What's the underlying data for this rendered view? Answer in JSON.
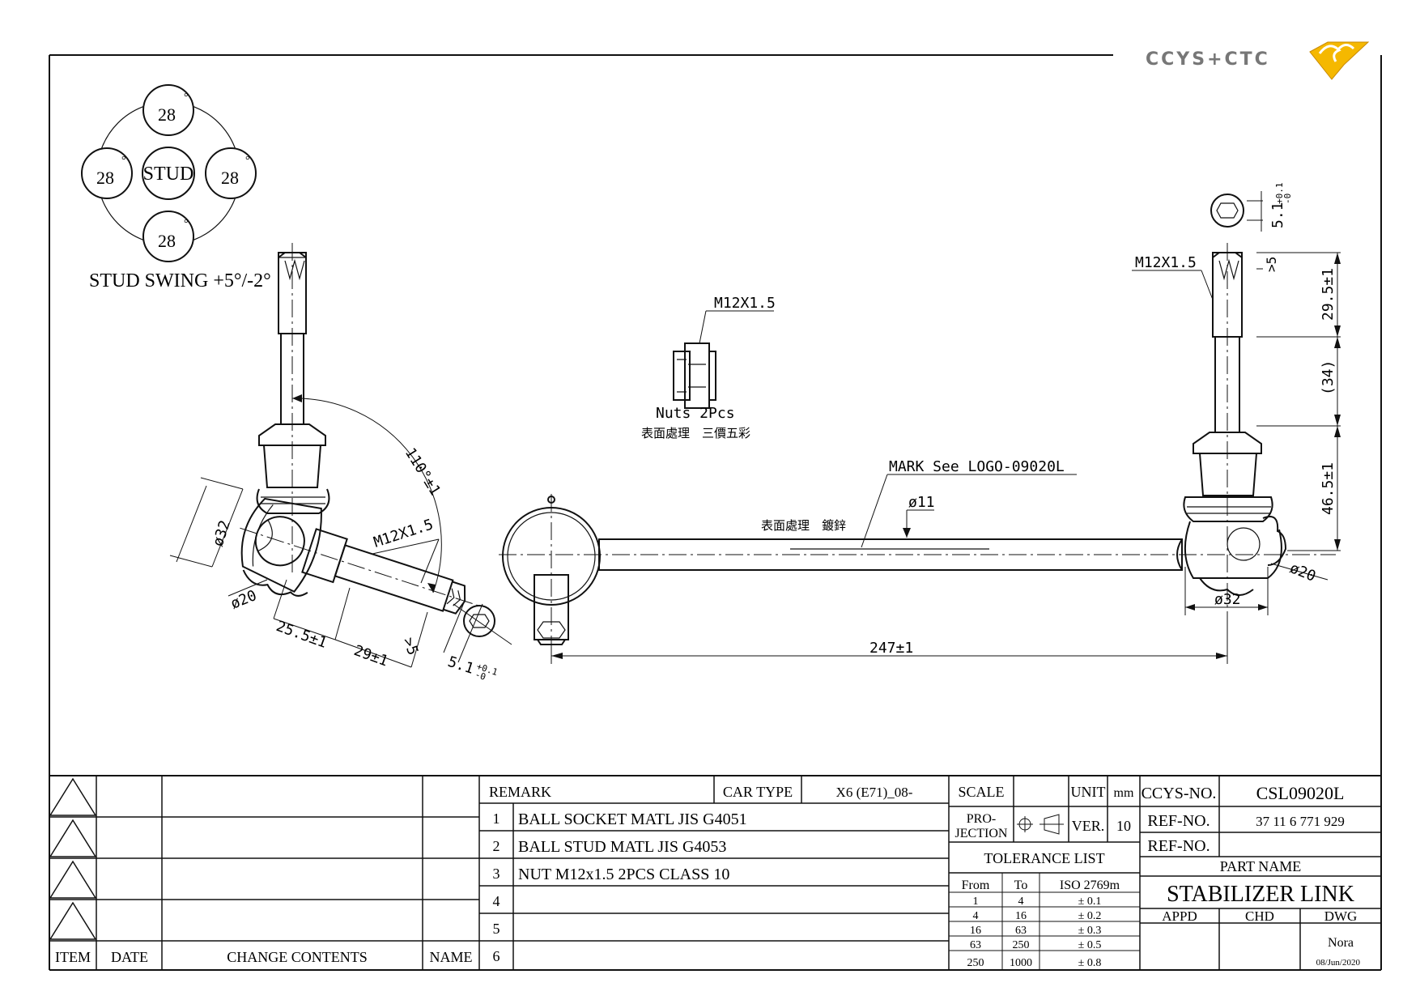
{
  "logo": {
    "text": "CCYS+CTC",
    "accent": "#f5b800"
  },
  "stud_diagram": {
    "center": "STUD",
    "angles": [
      "28",
      "28",
      "28",
      "28"
    ],
    "degree": "°",
    "swing": "STUD SWING +5°/-2°"
  },
  "nut": {
    "thread": "M12X1.5",
    "label": "Nuts 2Pcs",
    "surface": "表面處理　三價五彩"
  },
  "bar": {
    "mark": "MARK See LOGO-09020L",
    "dia": "ø11",
    "surface": "表面處理　鍍鋅",
    "length": "247±1"
  },
  "left_dims": {
    "arc": "110°±1",
    "thread": "M12X1.5",
    "d32": "ø32",
    "d20": "ø20",
    "l25": "25.5±1",
    "l29": "29±1",
    "gt5": ">5",
    "hex": "5.1",
    "hex_tol_up": "+0.1",
    "hex_tol_dn": "-0"
  },
  "right_dims": {
    "thread": "M12X1.5",
    "hex": "5.1",
    "hex_tol_up": "+0.1",
    "hex_tol_dn": "-0",
    "gt5": ">5",
    "l295": "29.5±1",
    "l34": "(34)",
    "l465": "46.5±1",
    "d20": "ø20",
    "d32": "ø32"
  },
  "revision_block": {
    "headers": {
      "item": "ITEM",
      "date": "DATE",
      "change": "CHANGE CONTENTS",
      "name": "NAME"
    },
    "rows": 4
  },
  "remarks": {
    "header": "REMARK",
    "car_type_label": "CAR TYPE",
    "car_type": "X6 (E71)_08-",
    "rows": [
      {
        "num": "1",
        "text": "BALL SOCKET MATL JIS G4051"
      },
      {
        "num": "2",
        "text": "BALL STUD MATL JIS G4053"
      },
      {
        "num": "3",
        "text": "NUT M12x1.5 2PCS CLASS 10"
      },
      {
        "num": "4",
        "text": ""
      },
      {
        "num": "5",
        "text": ""
      },
      {
        "num": "6",
        "text": ""
      }
    ]
  },
  "meta": {
    "scale_label": "SCALE",
    "scale": "",
    "unit_label": "UNIT",
    "unit": "mm",
    "projection_label_1": "PRO-",
    "projection_label_2": "JECTION",
    "ver_label": "VER.",
    "ver": "10"
  },
  "tolerance": {
    "title": "TOLERANCE LIST",
    "col_from": "From",
    "col_to": "To",
    "col_iso": "ISO 2769m",
    "rows": [
      {
        "from": "1",
        "to": "4",
        "tol": "± 0.1"
      },
      {
        "from": "4",
        "to": "16",
        "tol": "± 0.2"
      },
      {
        "from": "16",
        "to": "63",
        "tol": "± 0.3"
      },
      {
        "from": "63",
        "to": "250",
        "tol": "± 0.5"
      },
      {
        "from": "250",
        "to": "1000",
        "tol": "± 0.8"
      }
    ]
  },
  "part": {
    "ccys_label": "CCYS-NO.",
    "ccys_no": "CSL09020L",
    "ref_label": "REF-NO.",
    "ref_no": "37 11 6 771 929",
    "ref_label_2": "REF-NO.",
    "ref_no_2": "",
    "part_name_label": "PART NAME",
    "part_name": "STABILIZER LINK",
    "appd_label": "APPD",
    "chd_label": "CHD",
    "dwg_label": "DWG",
    "dwg_by": "Nora",
    "date": "08/Jun/2020"
  }
}
